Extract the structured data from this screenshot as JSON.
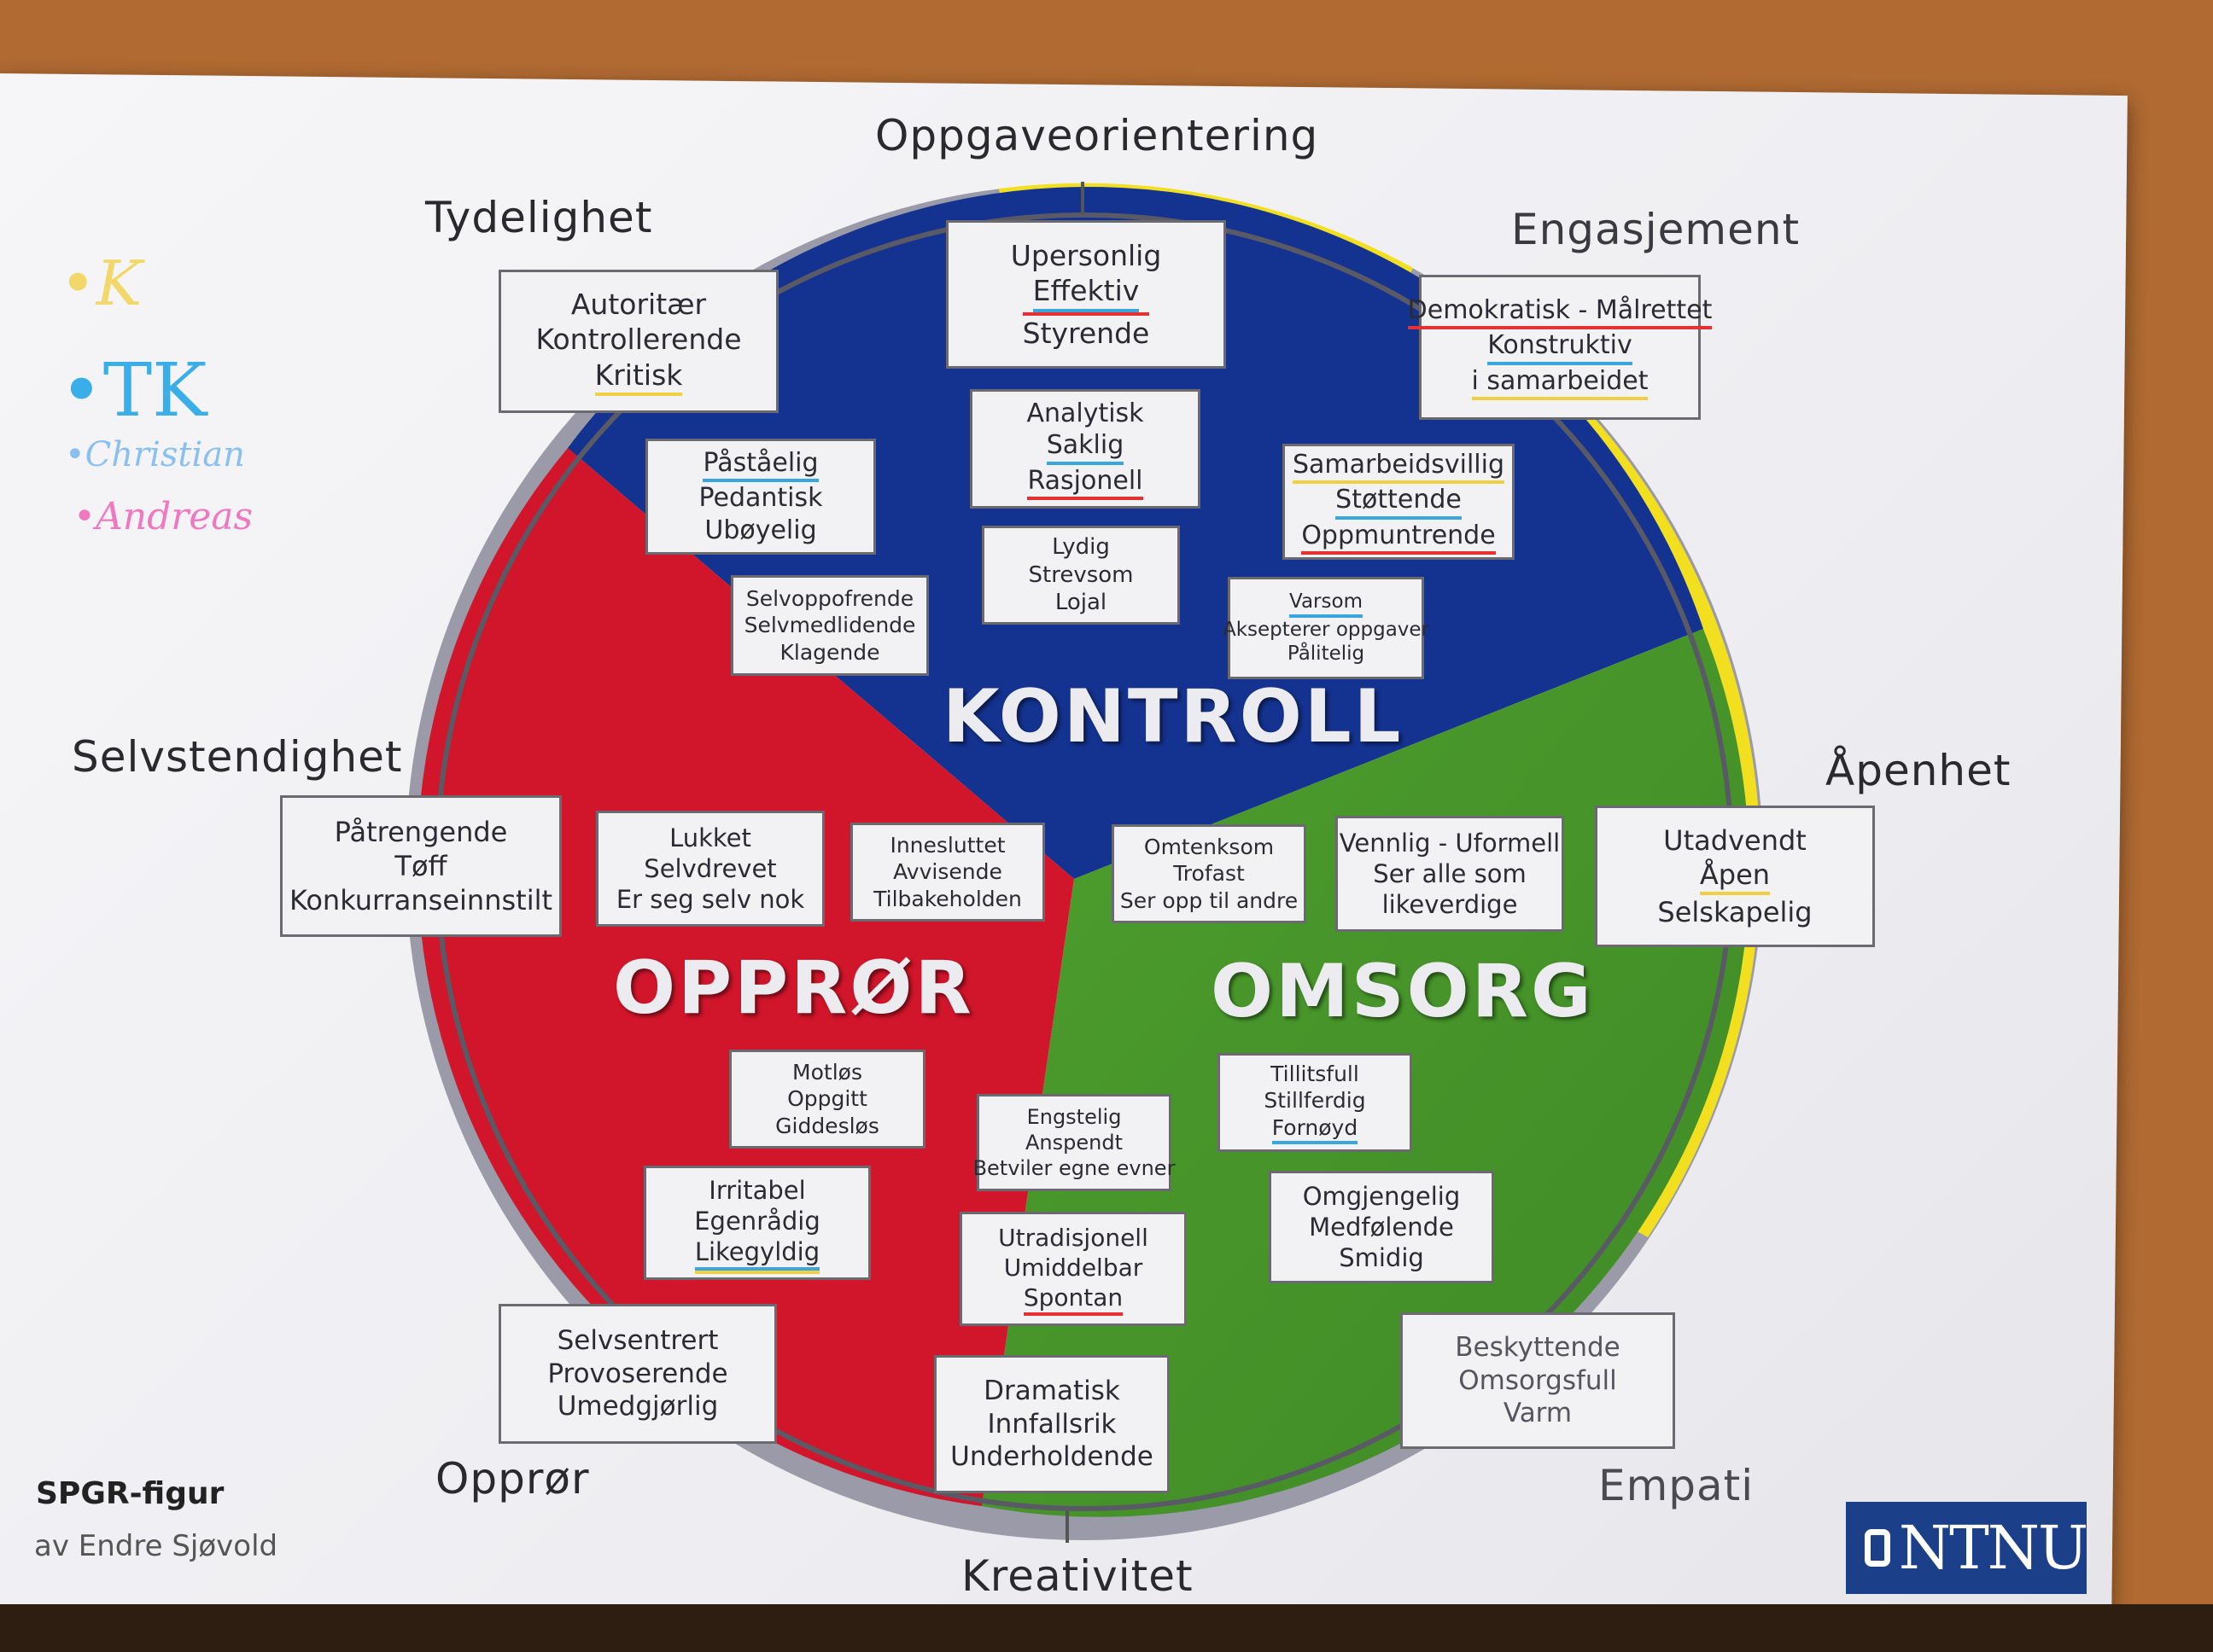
{
  "axes": {
    "top": "Oppgaveorientering",
    "top_left": "Tydelighet",
    "top_right": "Engasjement",
    "left": "Selvstendighet",
    "right": "Åpenhet",
    "bottom_left": "Opprør",
    "bottom": "Kreativitet",
    "bottom_right": "Empati"
  },
  "sectors": {
    "kontroll": "KONTROLL",
    "opprør": "OPPRØR",
    "omsorg": "OMSORG"
  },
  "boxes": {
    "b1": [
      "Upersonlig",
      "Effektiv",
      "Styrende"
    ],
    "b2": [
      "Autoritær",
      "Kontrollerende",
      "Kritisk"
    ],
    "b3": [
      "Demokratisk - Målrettet",
      "Konstruktiv",
      "i samarbeidet"
    ],
    "b4": [
      "Analytisk",
      "Saklig",
      "Rasjonell"
    ],
    "b5": [
      "Påståelig",
      "Pedantisk",
      "Ubøyelig"
    ],
    "b6": [
      "Samarbeidsvillig",
      "Støttende",
      "Oppmuntrende"
    ],
    "b7": [
      "Lydig",
      "Strevsom",
      "Lojal"
    ],
    "b8": [
      "Selvoppofrende",
      "Selvmedlidende",
      "Klagende"
    ],
    "b9": [
      "Varsom",
      "Aksepterer oppgaver",
      "Pålitelig"
    ],
    "b10": [
      "Påtrengende",
      "Tøff",
      "Konkurranseinnstilt"
    ],
    "b11": [
      "Lukket",
      "Selvdrevet",
      "Er seg selv nok"
    ],
    "b12": [
      "Innesluttet",
      "Avvisende",
      "Tilbakeholden"
    ],
    "b13": [
      "Omtenksom",
      "Trofast",
      "Ser opp til andre"
    ],
    "b14": [
      "Vennlig - Uformell",
      "Ser alle som",
      "likeverdige"
    ],
    "b15": [
      "Utadvendt",
      "Åpen",
      "Selskapelig"
    ],
    "b16": [
      "Motløs",
      "Oppgitt",
      "Giddesløs"
    ],
    "b17": [
      "Tillitsfull",
      "Stillferdig",
      "Fornøyd"
    ],
    "b18": [
      "Engstelig",
      "Anspendt",
      "Betviler egne evner"
    ],
    "b19": [
      "Irritabel",
      "Egenrådig",
      "Likegyldig"
    ],
    "b20": [
      "Omgjengelig",
      "Medfølende",
      "Smidig"
    ],
    "b21": [
      "Utradisjonell",
      "Umiddelbar",
      "Spontan"
    ],
    "b22": [
      "Selvsentrert",
      "Provoserende",
      "Umedgjørlig"
    ],
    "b23": [
      "Dramatisk",
      "Innfallsrik",
      "Underholdende"
    ],
    "b24": [
      "Beskyttende",
      "Omsorgsfull",
      "Varm"
    ]
  },
  "handwriting": {
    "h1": "•K",
    "h2": "•TK",
    "h3": "•Christian",
    "h4": "•Andreas"
  },
  "credit": {
    "title": "SPGR-figur",
    "author": "av Endre Sjøvold"
  },
  "logo": {
    "text": "NTNU"
  },
  "colors": {
    "kontroll": "#14328f",
    "opprør": "#d1152a",
    "omsorg": "#4c9a2e",
    "ring_gray": "#9a9aa8",
    "ring_yellow": "#f2e020",
    "yellow_ink": "#f0d040",
    "blue_ink": "#3aa6e0",
    "red_ink": "#e83030",
    "green_ink": "#4fb050",
    "pink_ink": "#f078c0"
  }
}
